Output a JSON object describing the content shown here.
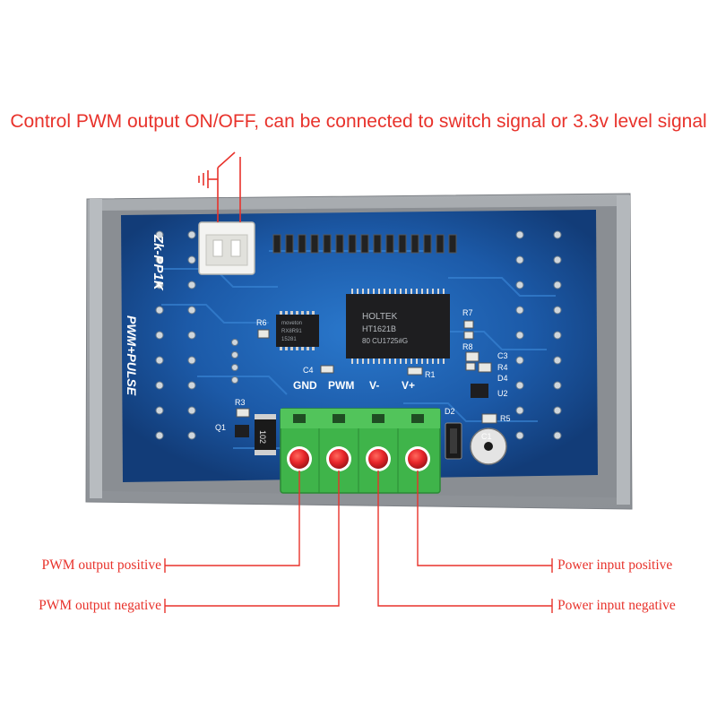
{
  "title": "Control PWM output ON/OFF, can be connected to switch signal or 3.3v level signal",
  "labels": {
    "pwm_positive": "PWM output positive",
    "pwm_negative": "PWM output negative",
    "power_positive": "Power input positive",
    "power_negative": "Power input negative"
  },
  "board": {
    "model": "Zk-PP1K",
    "name": "PWM+PULSE",
    "terminals": [
      "GND",
      "PWM",
      "V-",
      "V+"
    ],
    "chip_main": [
      "HOLTEK",
      "HT1621B",
      "80 CU1725#G"
    ],
    "chip_small": [
      "moveton",
      "RX8R91",
      "15281"
    ],
    "resistor": "102",
    "refs": [
      "R6",
      "R7",
      "R8",
      "R3",
      "R1",
      "R5",
      "R4",
      "C4",
      "C3",
      "C1",
      "D2",
      "D4",
      "U2",
      "Q1"
    ]
  },
  "colors": {
    "label": "#e8322b",
    "pcb": "#1f62b4",
    "case": "#9ea2a6",
    "terminal": "#3fb44a",
    "screw": "#e8262a"
  }
}
